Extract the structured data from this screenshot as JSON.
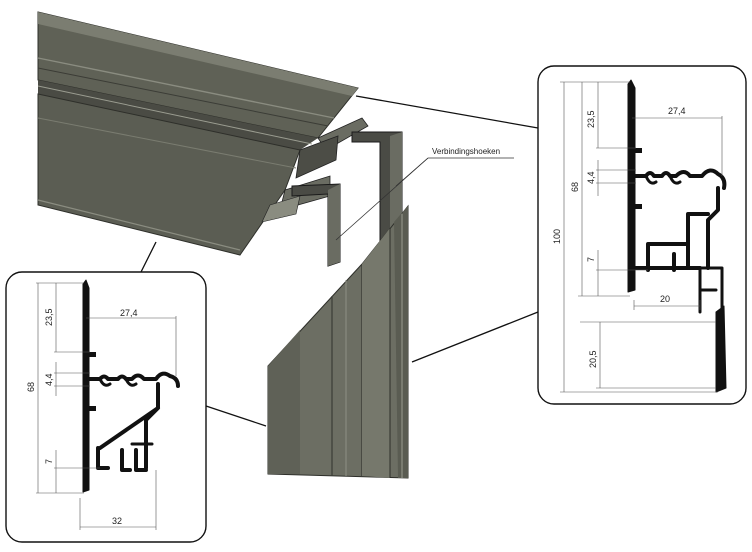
{
  "callout": {
    "label": "Verbindingshoeken"
  },
  "detail_left": {
    "dims": {
      "height_total": "68",
      "top": "23,5",
      "gap": "4,4",
      "bottom": "7",
      "width_top": "27,4",
      "width_bottom": "32"
    }
  },
  "detail_right": {
    "dims": {
      "height_total": "100",
      "height_upper": "68",
      "top": "23,5",
      "gap": "4,4",
      "bottom": "7",
      "lower": "20,5",
      "width_top": "27,4",
      "width_lower": "20"
    }
  },
  "colors": {
    "panel_dark": "#5b5d53",
    "panel_mid": "#6e7065",
    "panel_light": "#8a8c80",
    "profile": "#111111",
    "dim_line": "#555555"
  }
}
